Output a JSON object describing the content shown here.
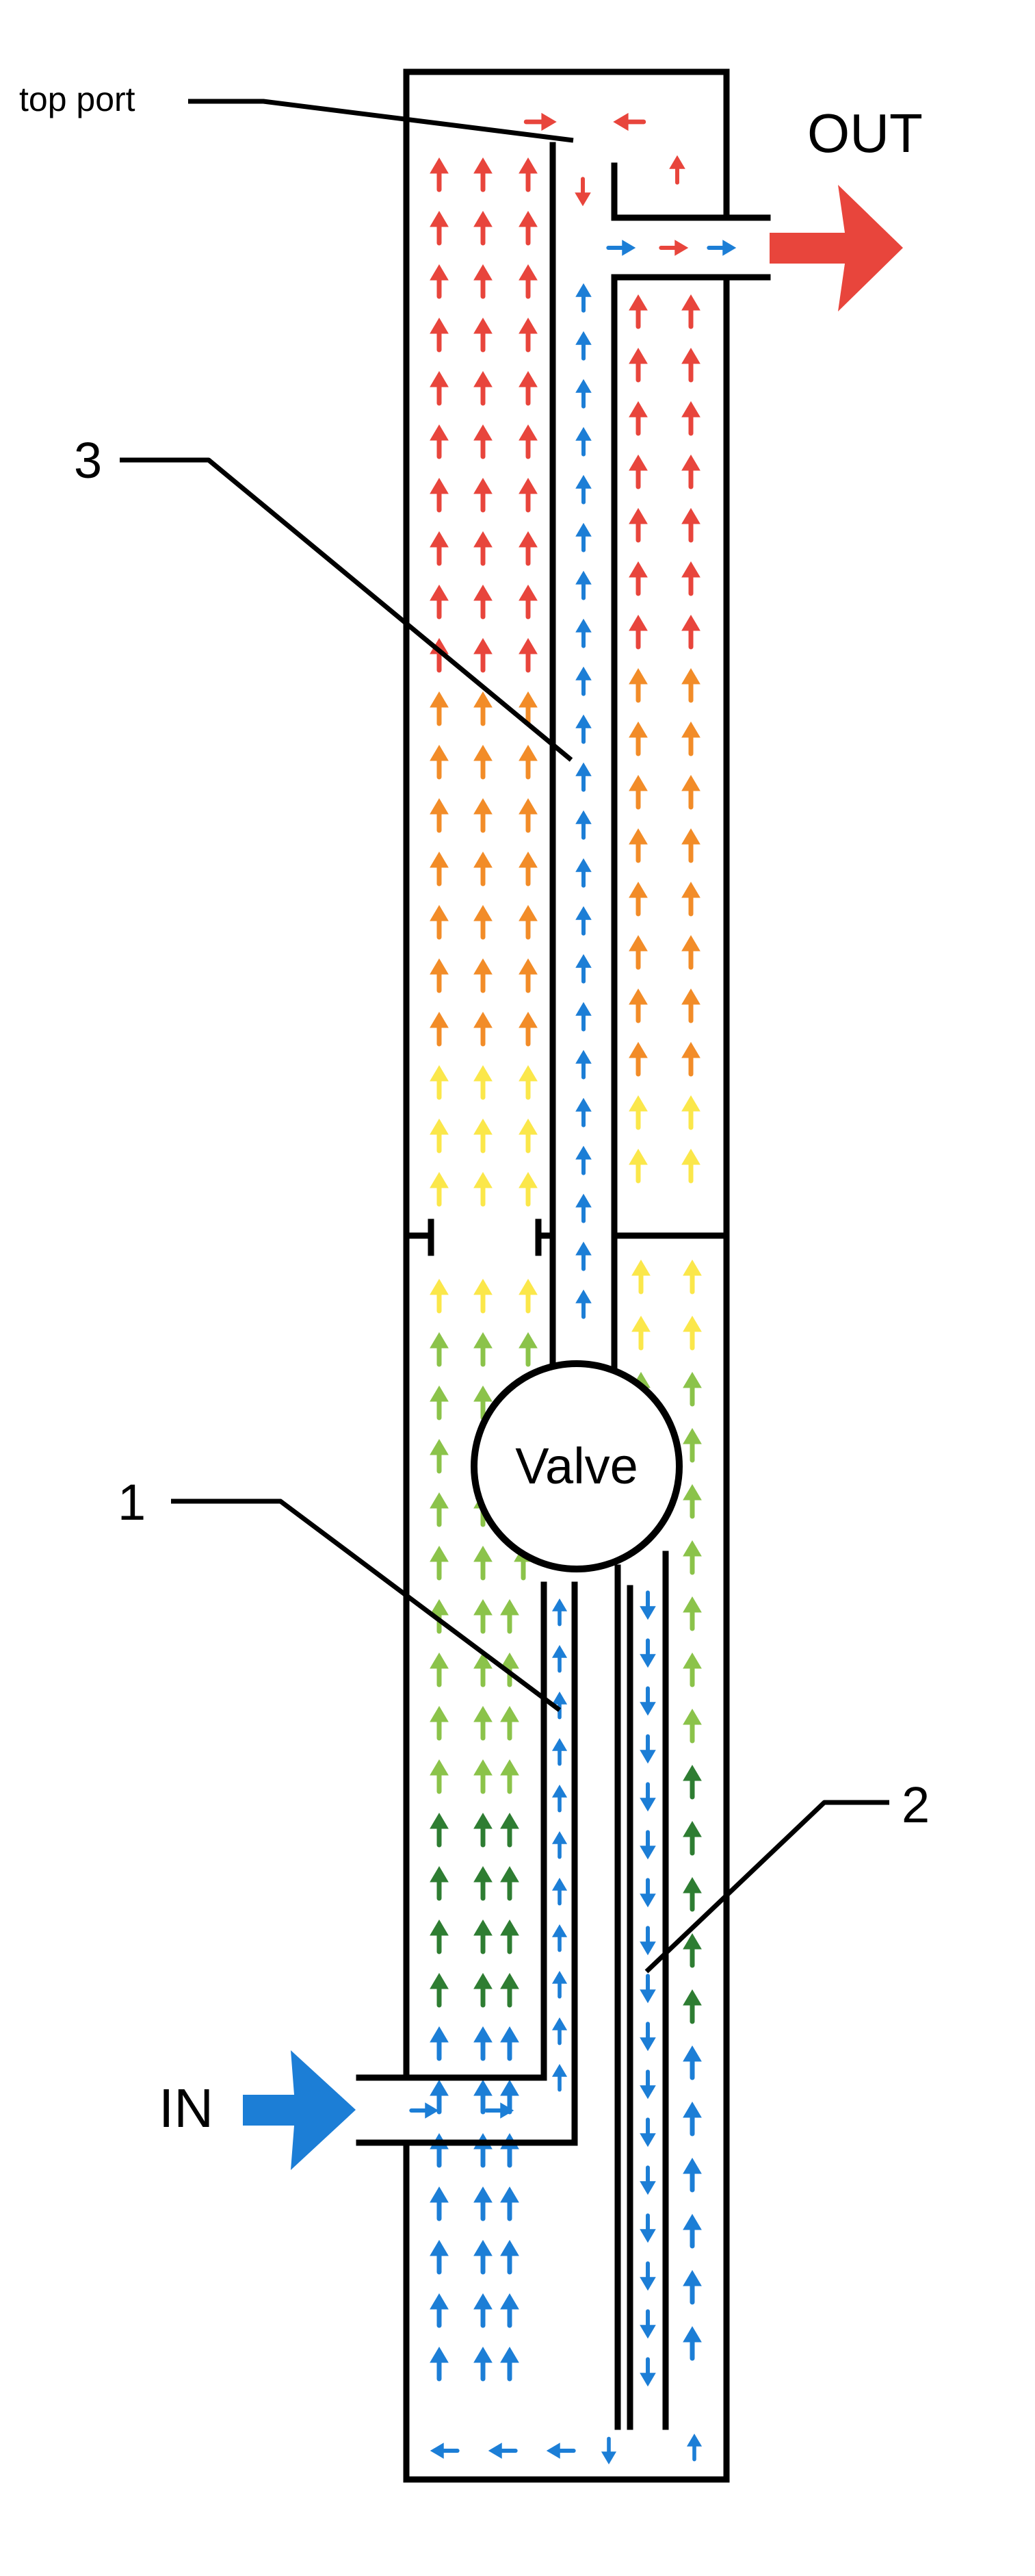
{
  "diagram": {
    "labels": {
      "top_port": "top port",
      "out": "OUT",
      "in": "IN",
      "valve": "Valve",
      "tube_1": "1",
      "tube_2": "2",
      "tube_3": "3"
    },
    "colors": {
      "outline": "#000000",
      "flow_blue": "#1c7ed6",
      "flow_dark_green": "#2e7d32",
      "flow_light_green": "#8bc34a",
      "flow_yellow": "#fbe74a",
      "flow_orange": "#f28c28",
      "flow_red": "#e8453c",
      "out_arrow": "#e8453c",
      "in_arrow": "#1c7ed6"
    },
    "flow_bands": [
      "red",
      "orange",
      "yellow",
      "light green",
      "dark green",
      "blue"
    ]
  }
}
